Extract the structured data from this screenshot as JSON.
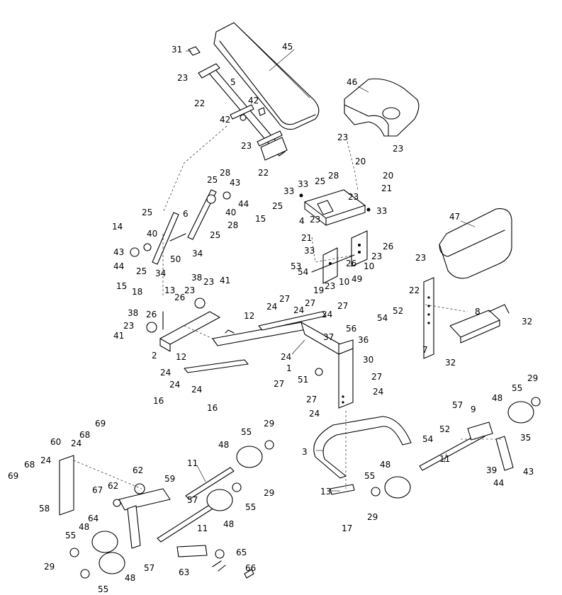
{
  "labels": {
    "p31": "31",
    "p45": "45",
    "p23a": "23",
    "p5": "5",
    "p22a": "22",
    "p42a": "42",
    "p42b": "42",
    "p23b": "23",
    "p22b": "22",
    "p46": "46",
    "p23c": "23",
    "p20a": "20",
    "p23d": "23",
    "p20b": "20",
    "p25a": "25",
    "p28a": "28",
    "p43a": "43",
    "p44a": "44",
    "p40a": "40",
    "p28b": "28",
    "p25b": "25",
    "p6": "6",
    "p14": "14",
    "p25c": "25",
    "p40b": "40",
    "p43b": "43",
    "p44b": "44",
    "p25d": "25",
    "p34a": "34",
    "p50": "50",
    "p34b": "34",
    "p15a": "15",
    "p33a": "33",
    "p33b": "33",
    "p25e": "25",
    "p28c": "28",
    "p23e": "23",
    "p21a": "21",
    "p25f": "25",
    "p33c": "33",
    "p15b": "15",
    "p4": "4",
    "p23f": "23",
    "p21b": "21",
    "p33d": "33",
    "p26a": "26",
    "p23g": "23",
    "p54a": "54",
    "p53": "53",
    "p26b": "26",
    "p10a": "10",
    "p19": "19",
    "p23h": "23",
    "p10b": "10",
    "p49": "49",
    "p47": "47",
    "p23i": "23",
    "p22c": "22",
    "p54b": "54",
    "p52a": "52",
    "p8": "8",
    "p32a": "32",
    "p7": "7",
    "p32b": "32",
    "p18": "18",
    "p13a": "13",
    "p26c": "26",
    "p23j": "23",
    "p38a": "38",
    "p23k": "23",
    "p41a": "41",
    "p38b": "38",
    "p26d": "26",
    "p23l": "23",
    "p41b": "41",
    "p2": "2",
    "p12a": "12",
    "p24a": "24",
    "p27a": "27",
    "p24b": "24",
    "p27b": "27",
    "p24c": "24",
    "p27c": "27",
    "p37": "37",
    "p56": "56",
    "p36": "36",
    "p12b": "12",
    "p24d": "24",
    "p1": "1",
    "p30": "30",
    "p24e": "24",
    "p24f": "24",
    "p24g": "24",
    "p27d": "27",
    "p16a": "16",
    "p16b": "16",
    "p51": "51",
    "p27e": "27",
    "p24h": "24",
    "p27f": "27",
    "p24i": "24",
    "p3": "3",
    "p13b": "13",
    "p17": "17",
    "p57a": "57",
    "p9": "9",
    "p29a": "29",
    "p55a": "55",
    "p48a": "48",
    "p54c": "54",
    "p52b": "52",
    "p35": "35",
    "p11a": "11",
    "p39": "39",
    "p43c": "43",
    "p44c": "44",
    "p48b": "48",
    "p55b": "55",
    "p29b": "29",
    "p60": "60",
    "p24j": "24",
    "p68a": "68",
    "p69a": "69",
    "p68b": "68",
    "p69b": "69",
    "p24k": "24",
    "p58": "58",
    "p62a": "62",
    "p67": "67",
    "p62b": "62",
    "p59": "59",
    "p64": "64",
    "p57b": "57",
    "p11b": "11",
    "p55c": "55",
    "p29c": "29",
    "p48c": "48",
    "p55d": "55",
    "p29d": "29",
    "p11c": "11",
    "p48d": "48",
    "p55e": "55",
    "p48e": "48",
    "p29e": "29",
    "p57c": "57",
    "p48f": "48",
    "p55f": "55",
    "p63": "63",
    "p65": "65",
    "p66": "66"
  }
}
